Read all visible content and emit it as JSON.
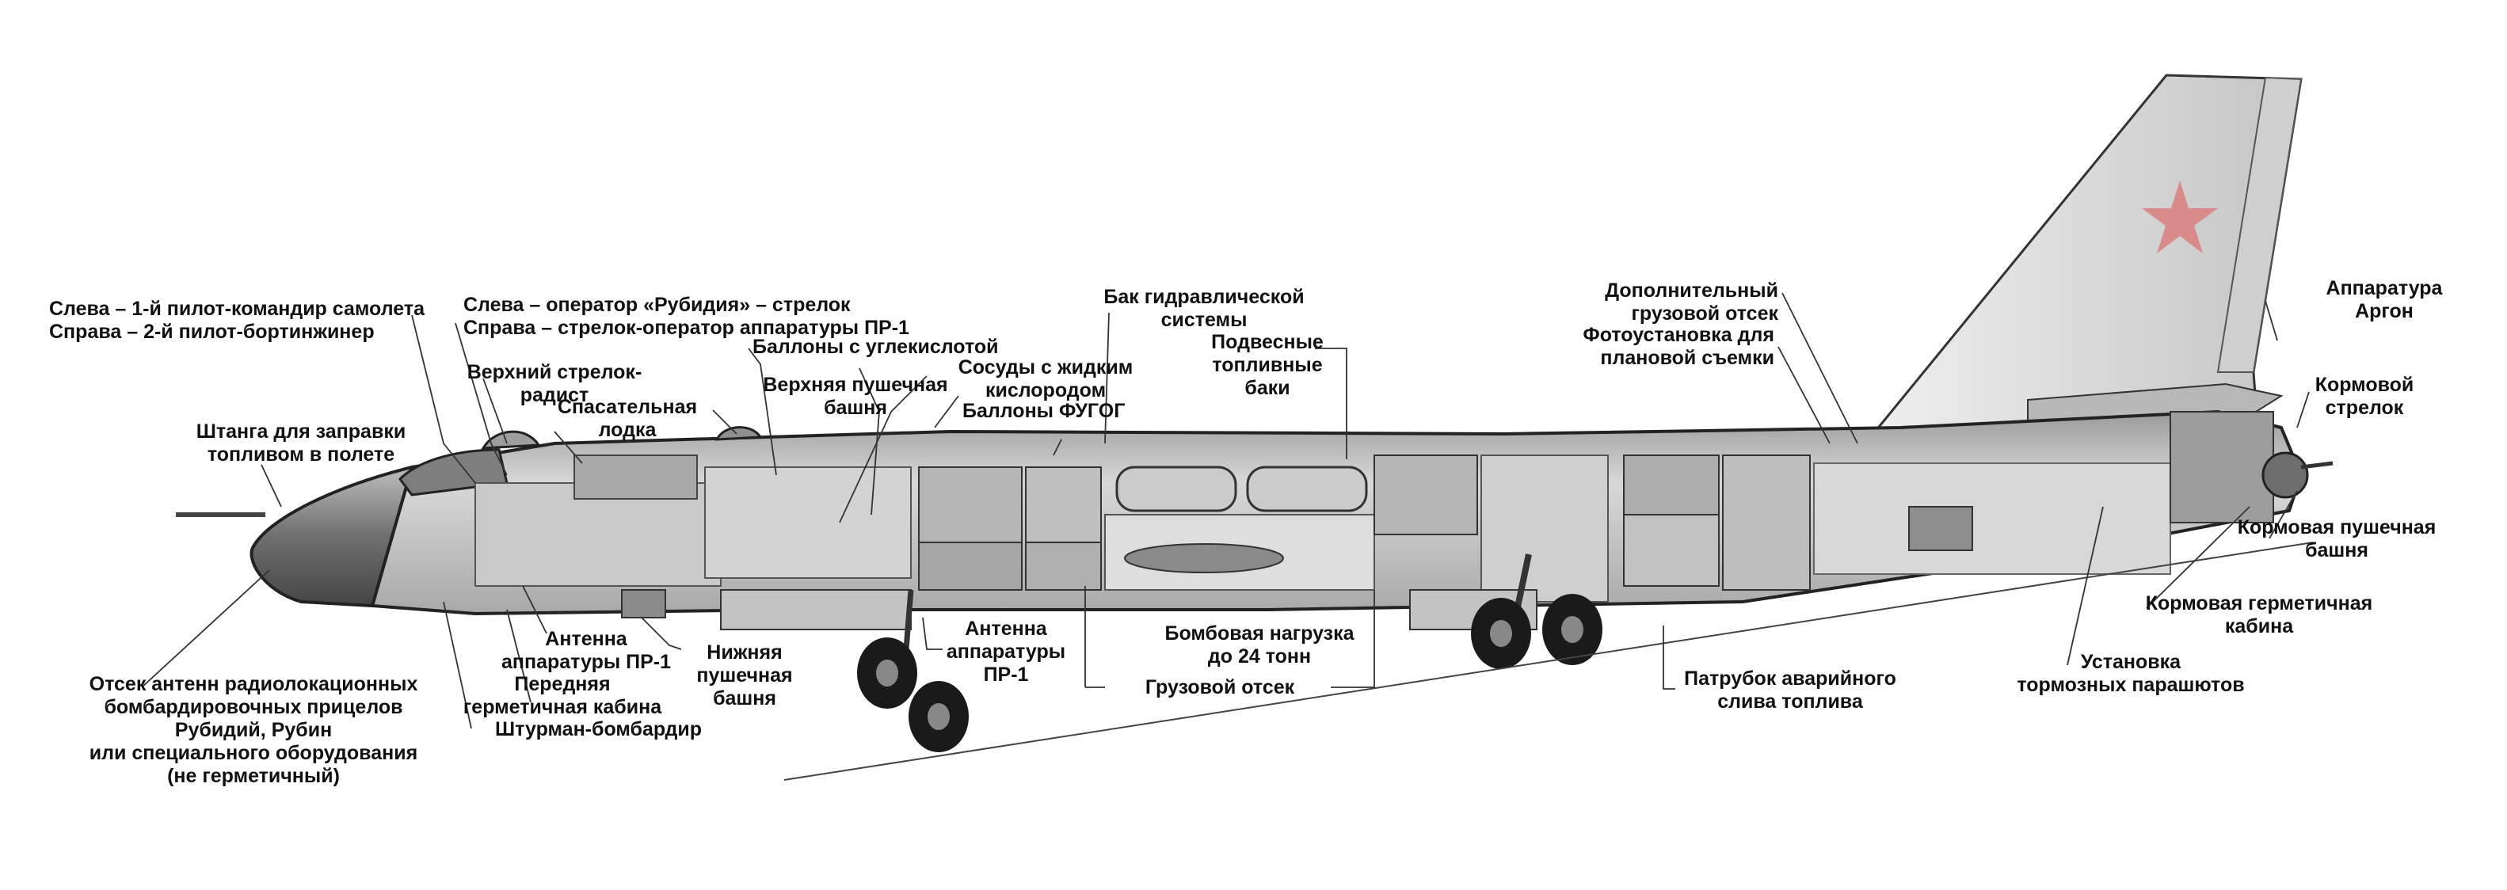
{
  "colors": {
    "fuselage": "#cfcfcf",
    "fuselage_dark": "#8a8a8a",
    "interior": "#b9b9b9",
    "tail": "#d6d6d6",
    "star": "#d98a8a",
    "line": "#222222"
  },
  "icons": [
    "red-star-icon"
  ],
  "labels": {
    "pilots": [
      "Слева – 1-й пилот-командир самолета",
      "Справа – 2-й пилот-бортинжинер"
    ],
    "operators": [
      "Слева – оператор «Рубидия» – стрелок",
      "Справа – стрелок-оператор аппаратуры ПР-1"
    ],
    "co2": "Баллоны с углекислотой",
    "hydraulic": [
      "Бак гидравлической",
      "системы"
    ],
    "upper_gunner": [
      "Верхний стрелок-",
      "радист"
    ],
    "oxygen": [
      "Сосуды с жидким",
      "кислородом"
    ],
    "upper_turret": [
      "Верхняя пушечная",
      "башня"
    ],
    "drop_tanks": [
      "Подвесные",
      "топливные",
      "баки"
    ],
    "life_boat": [
      "Спасательная",
      "лодка"
    ],
    "fugog": "Баллоны ФУГОГ",
    "refuel_probe": [
      "Штанга для заправки",
      "топливом в полете"
    ],
    "additional_cargo": [
      "Дополнительный",
      "грузовой отсек"
    ],
    "photo": [
      "Фотоустановка для",
      "плановой съемки"
    ],
    "argon": [
      "Аппаратура",
      "Аргон"
    ],
    "tail_gunner": [
      "Кормовой",
      "стрелок"
    ],
    "tail_turret": [
      "Кормовая пушечная",
      "башня"
    ],
    "tail_cabin": [
      "Кормовая герметичная",
      "кабина"
    ],
    "parachutes": [
      "Установка",
      "тормозных парашютов"
    ],
    "fuel_dump": [
      "Патрубок аварийного",
      "слива топлива"
    ],
    "bomb_load": [
      "Бомбовая нагрузка",
      "до 24 тонн"
    ],
    "cargo_bay": "Грузовой отсек",
    "antenna_pr1_mid": [
      "Антенна",
      "аппаратуры",
      "ПР-1"
    ],
    "lower_turret": [
      "Нижняя",
      "пушечная",
      "башня"
    ],
    "antenna_pr1_fwd": [
      "Антенна",
      "аппаратуры ПР-1"
    ],
    "front_cabin": [
      "Передняя",
      "герметичная кабина"
    ],
    "navigator": "Штурман-бомбардир",
    "radar_bay": [
      "Отсек антенн радиолокационных",
      "бомбардировочных прицелов",
      "Рубидий, Рубин",
      "или специального оборудования",
      "(не герметичный)"
    ]
  }
}
